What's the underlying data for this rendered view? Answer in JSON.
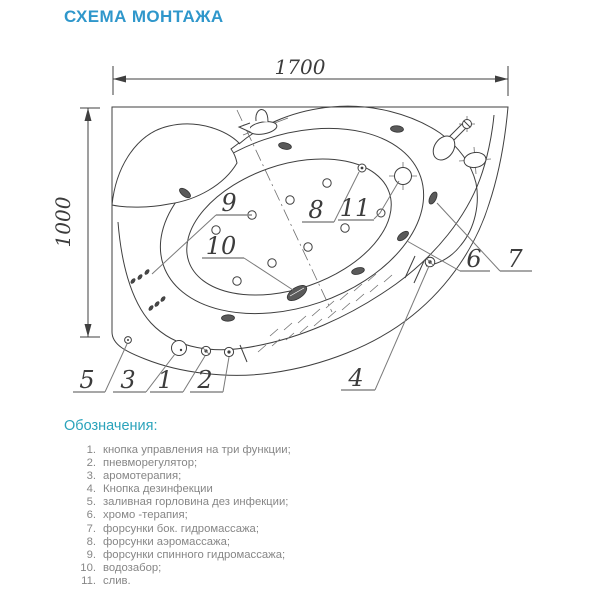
{
  "title": "СХЕМА МОНТАЖА",
  "diagram": {
    "type": "bathtub-installation-scheme-top-view",
    "dimensions": {
      "width_mm": "1700",
      "height_mm": "1000"
    },
    "callouts": [
      {
        "label": "1"
      },
      {
        "label": "2"
      },
      {
        "label": "3"
      },
      {
        "label": "4"
      },
      {
        "label": "5"
      },
      {
        "label": "6"
      },
      {
        "label": "7"
      },
      {
        "label": "8"
      },
      {
        "label": "9"
      },
      {
        "label": "10"
      },
      {
        "label": "11"
      }
    ]
  },
  "legend": {
    "heading": "Обозначения:",
    "items": [
      {
        "num": "1.",
        "text": "кнопка управления на три функции;"
      },
      {
        "num": "2.",
        "text": "пневморегулятор;"
      },
      {
        "num": "3.",
        "text": "аромотерапия;"
      },
      {
        "num": "4.",
        "text": "Кнопка дезинфекции"
      },
      {
        "num": "5.",
        "text": "заливная горловина дез инфекции;"
      },
      {
        "num": "6.",
        "text": "хромо -терапия;"
      },
      {
        "num": "7.",
        "text": "форсунки бок. гидромассажа;"
      },
      {
        "num": "8.",
        "text": "форсунки аэромассажа;"
      },
      {
        "num": "9.",
        "text": "форсунки спинного гидромассажа;"
      },
      {
        "num": "10.",
        "text": "водозабор;"
      },
      {
        "num": "11.",
        "text": "слив."
      }
    ]
  },
  "colors": {
    "title": "#2f97cb",
    "legend_heading": "#2ba3bb",
    "legend_text": "#868686",
    "ink": "#3f3f3f"
  }
}
